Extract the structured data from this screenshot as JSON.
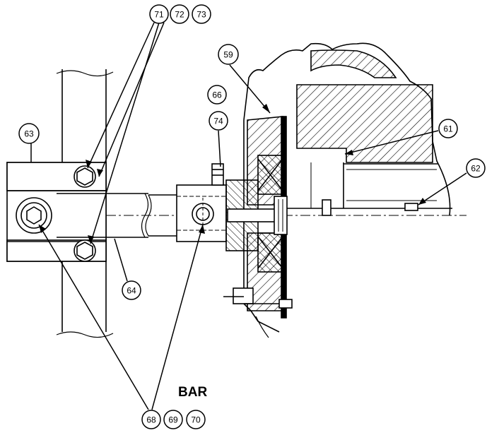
{
  "diagram": {
    "callouts": {
      "c71": "71",
      "c72": "72",
      "c73": "73",
      "c59": "59",
      "c66": "66",
      "c74": "74",
      "c61": "61",
      "c62": "62",
      "c63": "63",
      "c64": "64",
      "c68": "68",
      "c69": "69",
      "c70": "70"
    },
    "label_bar": "BAR"
  }
}
